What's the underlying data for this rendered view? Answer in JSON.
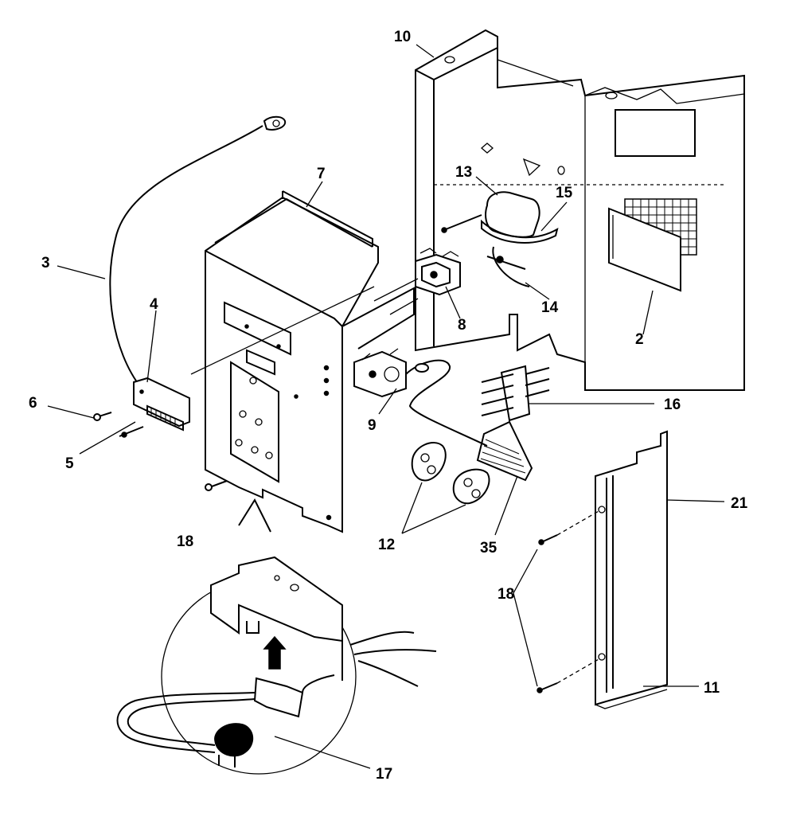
{
  "diagram": {
    "callouts": {
      "c10": "10",
      "c7": "7",
      "c3": "3",
      "c13": "13",
      "c15": "15",
      "c14": "14",
      "c4": "4",
      "c8": "8",
      "c2": "2",
      "c6": "6",
      "c5": "5",
      "c9": "9",
      "c16": "16",
      "c12": "12",
      "c35": "35",
      "c21": "21",
      "c18a": "18",
      "c18b": "18",
      "c11": "11",
      "c17": "17"
    }
  }
}
